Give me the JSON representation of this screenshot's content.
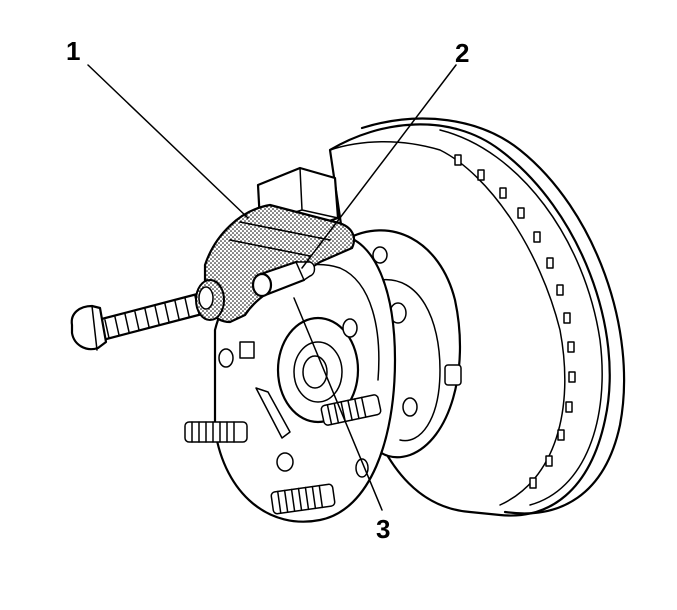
{
  "callouts": [
    {
      "id": "1",
      "label": "1"
    },
    {
      "id": "2",
      "label": "2"
    },
    {
      "id": "3",
      "label": "3"
    }
  ],
  "colors": {
    "line": "#000000",
    "background": "#ffffff",
    "tool_shading": "#9a9a9a"
  }
}
